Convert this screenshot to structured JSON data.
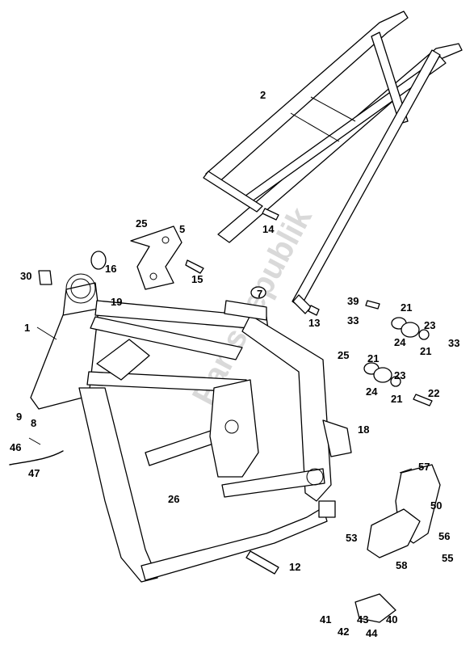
{
  "diagram": {
    "type": "exploded-parts-diagram",
    "watermark": "PartsRepublik",
    "callouts": [
      "1",
      "2",
      "5",
      "7",
      "8",
      "9",
      "12",
      "13",
      "14",
      "15",
      "16",
      "18",
      "19",
      "21",
      "21",
      "21",
      "21",
      "22",
      "23",
      "23",
      "24",
      "24",
      "25",
      "25",
      "26",
      "30",
      "33",
      "33",
      "39",
      "40",
      "41",
      "42",
      "43",
      "44",
      "46",
      "47",
      "50",
      "53",
      "55",
      "56",
      "57",
      "58"
    ]
  }
}
